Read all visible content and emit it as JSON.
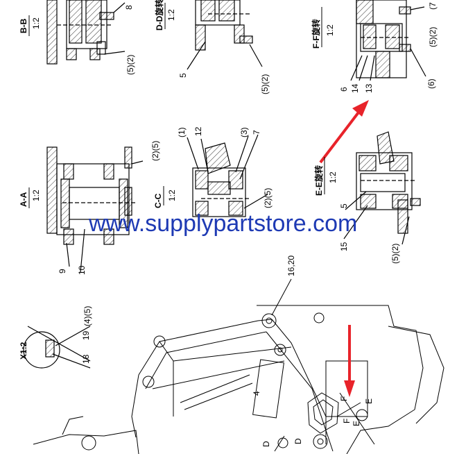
{
  "accent": {
    "watermark_color": "#1e3ab4",
    "arrow_color": "#e8232a",
    "line_color": "#000000",
    "hatch_color": "#000000"
  },
  "watermark": "www.supplypartstore.com",
  "sections": {
    "bb": {
      "title": "B-B",
      "scale": "1:2"
    },
    "dd": {
      "title": "D-D旋转",
      "scale": "1:2"
    },
    "ff": {
      "title": "F-F旋转",
      "scale": "1:2"
    },
    "aa": {
      "title": "A-A",
      "scale": "1:2"
    },
    "cc": {
      "title": "C-C",
      "scale": "1:2"
    },
    "ee": {
      "title": "E-E旋转",
      "scale": "1:2"
    },
    "x": {
      "title": "X1:2"
    }
  },
  "callouts": {
    "bb_8": "8",
    "bb_52": "(5)(2)",
    "dd_5": "5",
    "dd_52": "(5)(2)",
    "ff_7": "(7",
    "ff_52": "(5)(2)",
    "ff_6": "6",
    "ff_14": "14",
    "ff_13": "13",
    "ff_6b": "(6)",
    "aa_25": "(2)(5)",
    "aa_9": "9",
    "aa_10": "10",
    "cc_1": "(1)",
    "cc_12": "12",
    "cc_3": "(3)",
    "cc_7": "7",
    "cc_25": "(2)(5)",
    "ee_5": "5",
    "ee_15": "15",
    "ee_52": "(5)(2)",
    "x_45": "(4)(5)",
    "x_19": "19",
    "x_18": "18",
    "main_1620": "16,20",
    "main_4": "4",
    "main_D1": "D",
    "main_D2": "D",
    "main_F": "F",
    "main_F2": "F",
    "main_E": "E",
    "main_E2": "E"
  },
  "icons": [
    "red-arrow-icon",
    "red-arrow-icon"
  ]
}
